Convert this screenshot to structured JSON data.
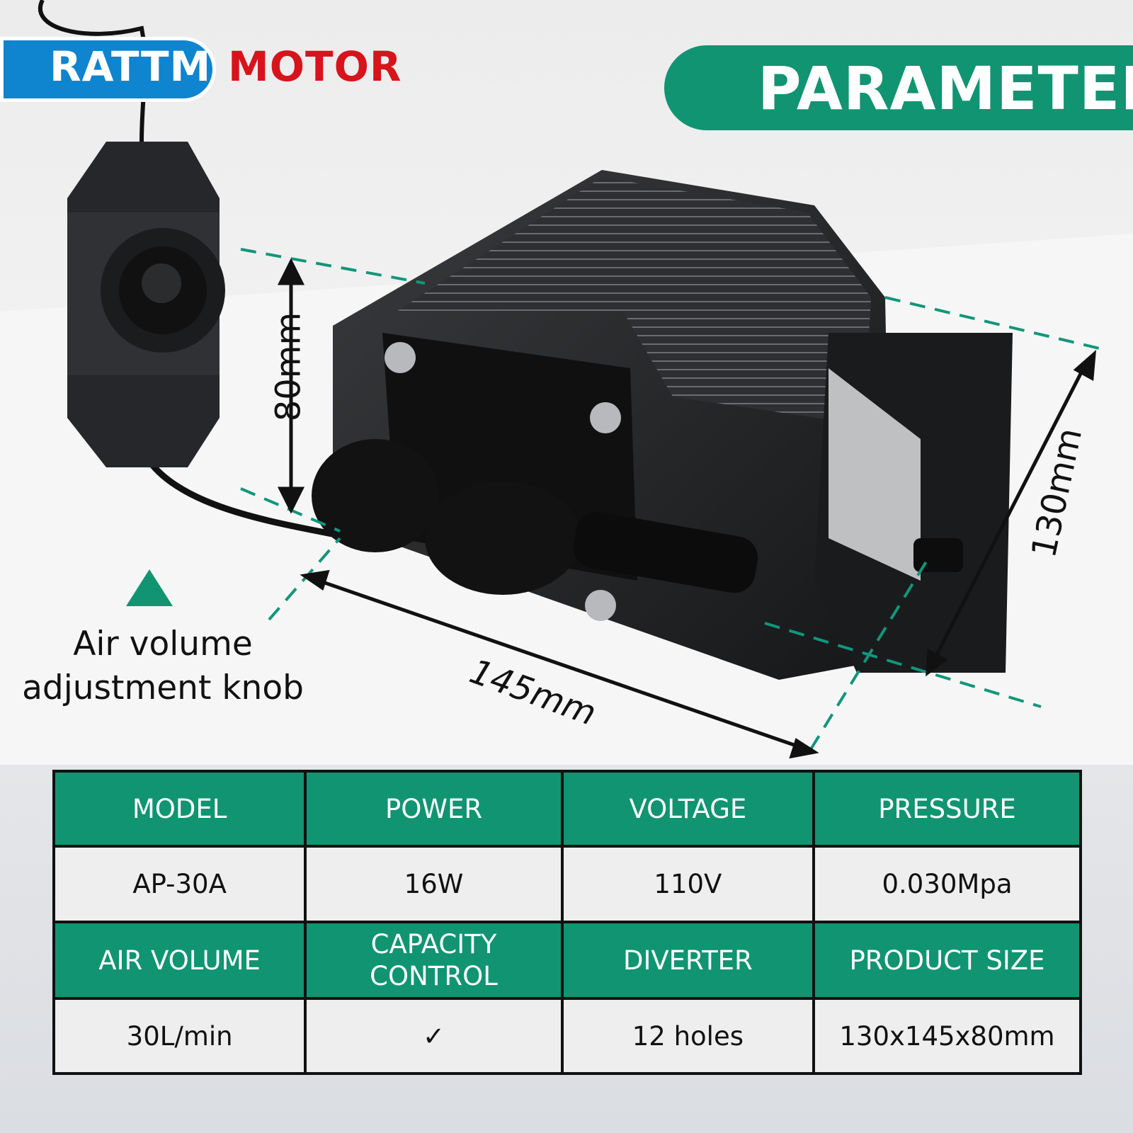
{
  "logo": {
    "brand": "RATTM",
    "suffix": "MOTOR"
  },
  "banner": {
    "title": "PARAMETER"
  },
  "dimensions": {
    "height": "80mm",
    "depth": "130mm",
    "width": "145mm"
  },
  "knob_label": {
    "line1": "Air volume",
    "line2": "adjustment knob"
  },
  "colors": {
    "accent": "#119471",
    "brand_blue": "#0f84cf",
    "brand_red": "#d7141b"
  },
  "table": {
    "row1": [
      "MODEL",
      "POWER",
      "VOLTAGE",
      "PRESSURE"
    ],
    "row2": [
      "AP-30A",
      "16W",
      "110V",
      "0.030Mpa"
    ],
    "row3": [
      "AIR VOLUME",
      "CAPACITY CONTROL",
      "DIVERTER",
      "PRODUCT SIZE"
    ],
    "row4": [
      "30L/min",
      "✓",
      "12 holes",
      "130x145x80mm"
    ]
  }
}
